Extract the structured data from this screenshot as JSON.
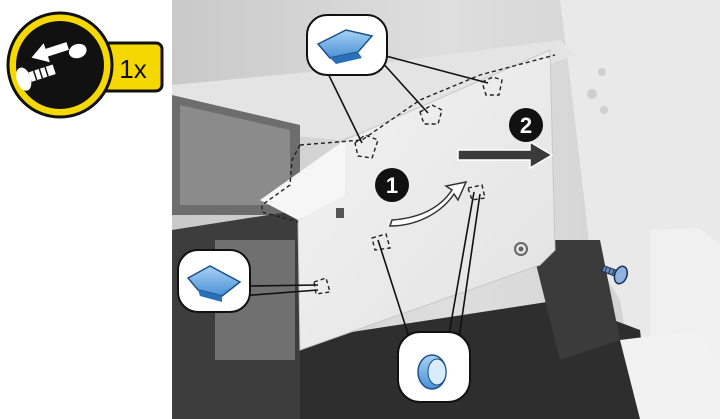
{
  "screw_badge": {
    "icon": "screw-removal-icon",
    "count_label": "1x",
    "accent_color": "#f5d800"
  },
  "steps": [
    {
      "number": "1",
      "action": "tilt-up"
    },
    {
      "number": "2",
      "action": "slide-right"
    }
  ],
  "callouts": [
    {
      "icon": "tab-hook-icon"
    },
    {
      "icon": "tab-hook-icon"
    },
    {
      "icon": "boss-pin-icon"
    }
  ],
  "colors": {
    "callout_blue": "#5aa0e0",
    "arrow_gray": "#3a3a3a",
    "printer_white": "#eeeeee"
  }
}
